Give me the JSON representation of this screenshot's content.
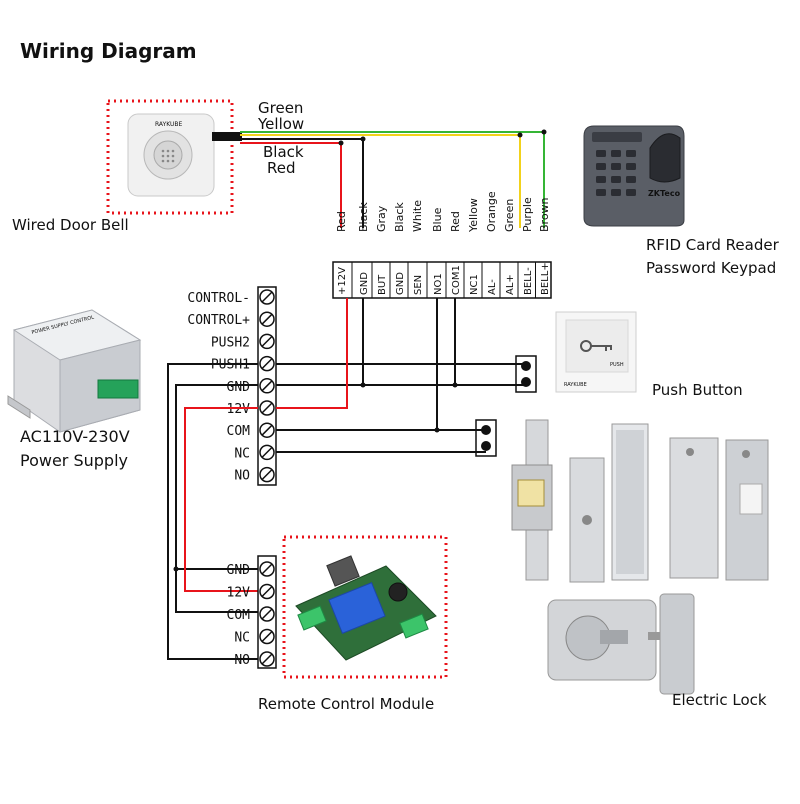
{
  "title": "Wiring Diagram",
  "devices": {
    "door_bell": "Wired Door Bell",
    "door_bell_brand": "RAYKUBE",
    "card_reader_line1": "RFID Card Reader",
    "card_reader_line2": "Password Keypad",
    "card_reader_brand": "ZKTeco",
    "push_button": "Push Button",
    "push_button_brand": "RAYKUBE",
    "push_button_text": "PUSH",
    "power_supply_line1": "AC110V-230V",
    "power_supply_line2": "Power Supply",
    "power_supply_plate": "POWER SUPPLY CONTROL",
    "remote_module": "Remote Control Module",
    "electric_lock": "Electric Lock"
  },
  "bell_wires": [
    "Green",
    "Yellow",
    "Black",
    "Red"
  ],
  "reader_wires": [
    {
      "color": "Red",
      "terminal": "+12V"
    },
    {
      "color": "Black",
      "terminal": "GND"
    },
    {
      "color": "Gray",
      "terminal": "BUT"
    },
    {
      "color": "Black",
      "terminal": "GND"
    },
    {
      "color": "White",
      "terminal": "SEN"
    },
    {
      "color": "Blue",
      "terminal": "NO1"
    },
    {
      "color": "Red",
      "terminal": "COM1"
    },
    {
      "color": "Yellow",
      "terminal": "NC1"
    },
    {
      "color": "Orange",
      "terminal": "AL-"
    },
    {
      "color": "Green",
      "terminal": "AL+"
    },
    {
      "color": "Purple",
      "terminal": "BELL-"
    },
    {
      "color": "Brown",
      "terminal": "BELL+"
    }
  ],
  "psu_terminals": [
    "CONTROL-",
    "CONTROL+",
    "PUSH2",
    "PUSH1",
    "GND",
    "12V",
    "COM",
    "NC",
    "NO"
  ],
  "remote_terminals": [
    "GND",
    "12V",
    "COM",
    "NC",
    "NO"
  ],
  "colors": {
    "wire_black": "#111111",
    "wire_red": "#e8141b",
    "wire_green": "#35b535",
    "wire_yellow": "#f2d21b",
    "dotted_border": "#e8141b"
  }
}
